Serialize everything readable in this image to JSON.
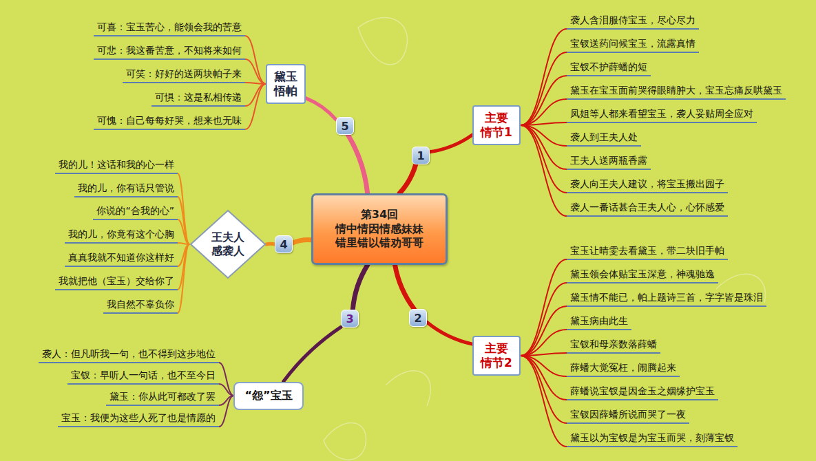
{
  "diagram": {
    "nodes": [
      {
        "text": [
          "第34回",
          "情中情因情感妹妹 错里错以错劝哥哥"
        ]
      },
      {
        "text": [
          "1"
        ]
      },
      {
        "text": [
          "主要情节1"
        ]
      },
      {
        "text": [
          "袭人含泪服侍宝玉，尽心尽力"
        ]
      },
      {
        "text": [
          "宝钗送药问候宝玉，流露真情"
        ]
      },
      {
        "text": [
          "宝钗不护薛蟠的短"
        ]
      },
      {
        "text": [
          "黛玉在宝玉面前哭得眼睛肿大，宝玉忘痛反哄黛玉"
        ]
      },
      {
        "text": [
          "凤姐等人都来看望宝玉，袭人妥贴周全应对"
        ]
      },
      {
        "text": [
          "袭人到王夫人处"
        ]
      },
      {
        "text": [
          "王夫人送两瓶香露"
        ]
      },
      {
        "text": [
          "袭人向王夫人建议，将宝玉搬出园子"
        ]
      },
      {
        "text": [
          "袭人一番话甚合王夫人心，心怀感爱"
        ]
      },
      {
        "text": [
          "2"
        ]
      },
      {
        "text": [
          "主要情节2"
        ]
      },
      {
        "text": [
          "宝玉让晴雯去看黛玉，带二块旧手帕"
        ]
      },
      {
        "text": [
          "黛玉领会体贴宝玉深意，神魂驰逸"
        ]
      },
      {
        "text": [
          "黛玉情不能已，帕上题诗三首，字字皆是珠泪"
        ]
      },
      {
        "text": [
          "黛玉病由此生"
        ]
      },
      {
        "text": [
          "宝钗和母亲数落薛蟠"
        ]
      },
      {
        "text": [
          "薛蟠大觉冤枉，闹腾起来"
        ]
      },
      {
        "text": [
          "薛蟠说宝钗是因金玉之姻缘护宝玉"
        ]
      },
      {
        "text": [
          "宝钗因薛蟠所说而哭了一夜"
        ]
      },
      {
        "text": [
          "黛玉以为宝钗是为宝玉而哭，刻薄宝钗"
        ]
      },
      {
        "text": [
          "3"
        ]
      },
      {
        "text": [
          "“怨”宝玉"
        ]
      },
      {
        "text": [
          "袭人：但凡听我一句，也不得到这步地位"
        ]
      },
      {
        "text": [
          "宝钗：早听人一句话，也不至今日"
        ]
      },
      {
        "text": [
          "黛玉：你从此可都改了罢"
        ]
      },
      {
        "text": [
          "宝玉：我便为这些人死了也是情愿的"
        ]
      },
      {
        "text": [
          "4"
        ]
      },
      {
        "text": [
          "王夫人感袭人"
        ]
      },
      {
        "text": [
          "我的儿！这话和我的心一样"
        ]
      },
      {
        "text": [
          "我的儿，你有话只管说"
        ]
      },
      {
        "text": [
          "你说的“合我的心”"
        ]
      },
      {
        "text": [
          "我的儿，你竟有这个心胸"
        ]
      },
      {
        "text": [
          "真真我就不知道你这样好"
        ]
      },
      {
        "text": [
          "我就把他（宝玉）交给你了"
        ]
      },
      {
        "text": [
          "我自然不辜负你"
        ]
      },
      {
        "text": [
          "5"
        ]
      },
      {
        "text": [
          "黛玉悟帕"
        ]
      },
      {
        "text": [
          "可喜：宝玉苦心，能领会我的苦意"
        ]
      },
      {
        "text": [
          "可悲：我这番苦意，不知将来如何"
        ]
      },
      {
        "text": [
          "可笑：好好的送两块帕子来"
        ]
      },
      {
        "text": [
          "可惧：这是私相传递"
        ]
      },
      {
        "text": [
          "可愧：自己每每好哭，想来也无味"
        ]
      }
    ],
    "edges": [
      {
        "from": 0,
        "to": 1,
        "arrow": "none"
      },
      {
        "from": 1,
        "to": 2,
        "arrow": "none"
      },
      {
        "from": 2,
        "to": 3,
        "arrow": "none"
      },
      {
        "from": 2,
        "to": 4,
        "arrow": "none"
      },
      {
        "from": 2,
        "to": 5,
        "arrow": "none"
      },
      {
        "from": 2,
        "to": 6,
        "arrow": "none"
      },
      {
        "from": 2,
        "to": 7,
        "arrow": "none"
      },
      {
        "from": 2,
        "to": 8,
        "arrow": "none"
      },
      {
        "from": 2,
        "to": 9,
        "arrow": "none"
      },
      {
        "from": 2,
        "to": 10,
        "arrow": "none"
      },
      {
        "from": 2,
        "to": 11,
        "arrow": "none"
      },
      {
        "from": 0,
        "to": 12,
        "arrow": "none"
      },
      {
        "from": 12,
        "to": 13,
        "arrow": "none"
      },
      {
        "from": 13,
        "to": 14,
        "arrow": "none"
      },
      {
        "from": 13,
        "to": 15,
        "arrow": "none"
      },
      {
        "from": 13,
        "to": 16,
        "arrow": "none"
      },
      {
        "from": 13,
        "to": 17,
        "arrow": "none"
      },
      {
        "from": 13,
        "to": 18,
        "arrow": "none"
      },
      {
        "from": 13,
        "to": 19,
        "arrow": "none"
      },
      {
        "from": 13,
        "to": 20,
        "arrow": "none"
      },
      {
        "from": 13,
        "to": 21,
        "arrow": "none"
      },
      {
        "from": 13,
        "to": 22,
        "arrow": "none"
      },
      {
        "from": 0,
        "to": 23,
        "arrow": "none"
      },
      {
        "from": 23,
        "to": 24,
        "arrow": "none"
      },
      {
        "from": 24,
        "to": 25,
        "arrow": "none"
      },
      {
        "from": 24,
        "to": 26,
        "arrow": "none"
      },
      {
        "from": 24,
        "to": 27,
        "arrow": "none"
      },
      {
        "from": 24,
        "to": 28,
        "arrow": "none"
      },
      {
        "from": 0,
        "to": 29,
        "arrow": "none"
      },
      {
        "from": 29,
        "to": 30,
        "arrow": "none"
      },
      {
        "from": 30,
        "to": 31,
        "arrow": "none"
      },
      {
        "from": 30,
        "to": 32,
        "arrow": "none"
      },
      {
        "from": 30,
        "to": 33,
        "arrow": "none"
      },
      {
        "from": 30,
        "to": 34,
        "arrow": "none"
      },
      {
        "from": 30,
        "to": 35,
        "arrow": "none"
      },
      {
        "from": 30,
        "to": 36,
        "arrow": "none"
      },
      {
        "from": 30,
        "to": 37,
        "arrow": "none"
      },
      {
        "from": 0,
        "to": 38,
        "arrow": "none"
      },
      {
        "from": 38,
        "to": 39,
        "arrow": "none"
      },
      {
        "from": 39,
        "to": 40,
        "arrow": "none"
      },
      {
        "from": 39,
        "to": 41,
        "arrow": "none"
      },
      {
        "from": 39,
        "to": 42,
        "arrow": "none"
      },
      {
        "from": 39,
        "to": 43,
        "arrow": "none"
      },
      {
        "from": 39,
        "to": 44,
        "arrow": "none"
      }
    ]
  }
}
